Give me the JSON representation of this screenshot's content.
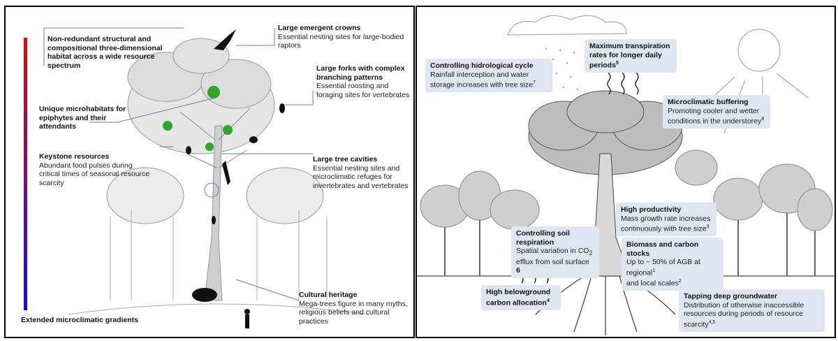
{
  "left_panel": {
    "gradient_label": "Extended microclimatic gradients",
    "colors": {
      "gradient_top": "#d01010",
      "gradient_bottom": "#1010e0",
      "leader_line": "#5b7fb5",
      "epiphyte": "#2fa52f"
    },
    "annotations": {
      "habitat": "Non-redundant structural and compositional three-dimensional habitat across a wide resource spectrum",
      "crowns_title": "Large emergent crowns",
      "crowns_desc": "Essential nesting sites for large-bodied raptors",
      "forks_title": "Large forks with complex branching patterns",
      "forks_desc": "Essential roosting and foraging sites for vertebrates",
      "microhabitats_title": "Unique microhabitats for epiphytes and their attendants",
      "keystone_title": "Keystone resources",
      "keystone_desc": "Abundant food pulses during critical times of seasonal resource scarcity",
      "cavities_title": "Large tree cavities",
      "cavities_desc": "Essential nesting sites and microclimatic refuges for invertebrates and vertebrates",
      "heritage_title": "Cultural heritage",
      "heritage_desc": "Mega-trees figure in many myths, religious beliefs and cultural practices"
    }
  },
  "right_panel": {
    "colors": {
      "box_bg": "#dfe6f1"
    },
    "boxes": {
      "transpiration_title": "Maximum transpiration rates for longer daily periods",
      "transpiration_ref": "5",
      "hydro_title": "Controlling hidrological cycle",
      "hydro_desc": "Rainfall interception and water storage increases with tree size",
      "hydro_ref": "7",
      "micro_title": "Microclimatic buffering",
      "micro_desc": "Promoting cooler and wetter conditions in the understorey",
      "micro_ref": "8",
      "prod_title": "High productivity",
      "prod_desc": "Mass growth rate increases continuously with tree size",
      "prod_ref": "3",
      "soil_title": "Controlling soil respiration",
      "soil_desc_a": "Spatial variation in CO",
      "soil_desc_sub": "2",
      "soil_desc_b": "efflux from soil surface",
      "soil_ref": "6",
      "biomass_title": "Biomass and carbon stocks",
      "biomass_desc_a": "Up to ~ 50% of AGB at regional",
      "biomass_ref_a": "1",
      "biomass_desc_b": "and local scales",
      "biomass_ref_b": "2",
      "below_title": "High belowground carbon allocation",
      "below_ref": "4",
      "ground_title": "Tapping deep groundwater",
      "ground_desc": "Distribution of otherwise inaccessible resources during periods of resource scarcity",
      "ground_ref": "4,5"
    }
  }
}
